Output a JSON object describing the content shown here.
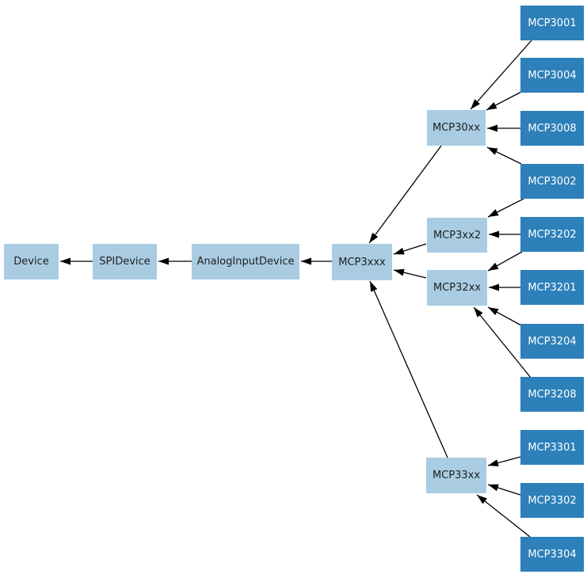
{
  "diagram": {
    "kind": "class-inheritance-diagram",
    "colors": {
      "base_fill": "#a9cce3",
      "base_text": "#1f1f1f",
      "leaf_fill": "#2d80b9",
      "leaf_text": "#ffffff",
      "edge": "#000000",
      "background": "#ffffff"
    },
    "nodes": {
      "device": {
        "label": "Device",
        "kind": "base"
      },
      "spidevice": {
        "label": "SPIDevice",
        "kind": "base"
      },
      "analoginputdevice": {
        "label": "AnalogInputDevice",
        "kind": "base"
      },
      "mcp3xxx": {
        "label": "MCP3xxx",
        "kind": "base"
      },
      "mcp30xx": {
        "label": "MCP30xx",
        "kind": "base"
      },
      "mcp3xx2": {
        "label": "MCP3xx2",
        "kind": "base"
      },
      "mcp32xx": {
        "label": "MCP32xx",
        "kind": "base"
      },
      "mcp33xx": {
        "label": "MCP33xx",
        "kind": "base"
      },
      "mcp3001": {
        "label": "MCP3001",
        "kind": "leaf"
      },
      "mcp3004": {
        "label": "MCP3004",
        "kind": "leaf"
      },
      "mcp3008": {
        "label": "MCP3008",
        "kind": "leaf"
      },
      "mcp3002": {
        "label": "MCP3002",
        "kind": "leaf"
      },
      "mcp3202": {
        "label": "MCP3202",
        "kind": "leaf"
      },
      "mcp3201": {
        "label": "MCP3201",
        "kind": "leaf"
      },
      "mcp3204": {
        "label": "MCP3204",
        "kind": "leaf"
      },
      "mcp3208": {
        "label": "MCP3208",
        "kind": "leaf"
      },
      "mcp3301": {
        "label": "MCP3301",
        "kind": "leaf"
      },
      "mcp3302": {
        "label": "MCP3302",
        "kind": "leaf"
      },
      "mcp3304": {
        "label": "MCP3304",
        "kind": "leaf"
      }
    },
    "edges": [
      {
        "from": "SPIDevice",
        "to": "Device"
      },
      {
        "from": "AnalogInputDevice",
        "to": "SPIDevice"
      },
      {
        "from": "MCP3xxx",
        "to": "AnalogInputDevice"
      },
      {
        "from": "MCP30xx",
        "to": "MCP3xxx"
      },
      {
        "from": "MCP3xx2",
        "to": "MCP3xxx"
      },
      {
        "from": "MCP32xx",
        "to": "MCP3xxx"
      },
      {
        "from": "MCP33xx",
        "to": "MCP3xxx"
      },
      {
        "from": "MCP3001",
        "to": "MCP30xx"
      },
      {
        "from": "MCP3004",
        "to": "MCP30xx"
      },
      {
        "from": "MCP3008",
        "to": "MCP30xx"
      },
      {
        "from": "MCP3002",
        "to": "MCP30xx"
      },
      {
        "from": "MCP3002",
        "to": "MCP3xx2"
      },
      {
        "from": "MCP3202",
        "to": "MCP3xx2"
      },
      {
        "from": "MCP3202",
        "to": "MCP32xx"
      },
      {
        "from": "MCP3201",
        "to": "MCP32xx"
      },
      {
        "from": "MCP3204",
        "to": "MCP32xx"
      },
      {
        "from": "MCP3208",
        "to": "MCP32xx"
      },
      {
        "from": "MCP3301",
        "to": "MCP33xx"
      },
      {
        "from": "MCP3302",
        "to": "MCP33xx"
      },
      {
        "from": "MCP3304",
        "to": "MCP33xx"
      }
    ]
  }
}
